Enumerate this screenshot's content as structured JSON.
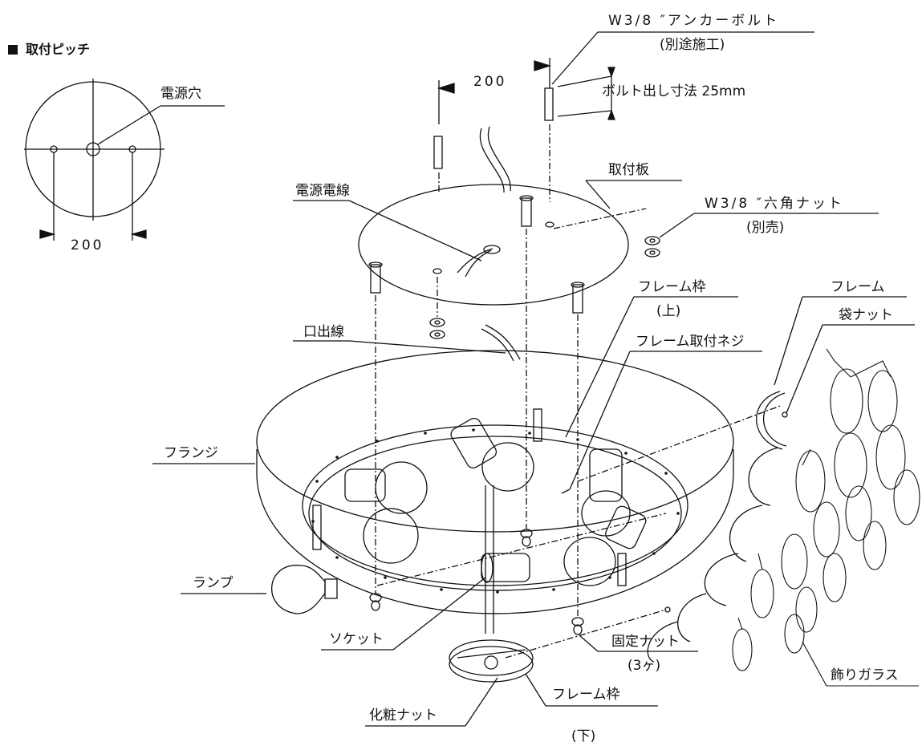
{
  "pitch_title": "取付ピッチ",
  "labels": {
    "power_hole": "電源穴",
    "pitch_dim": "200",
    "top_dim": "200",
    "anchor_bolt": "W3/8 ″アンカーボルト",
    "anchor_bolt_note": "(別途施工)",
    "bolt_protrusion": "ボルト出し寸法 25mm",
    "mounting_plate": "取付板",
    "power_wire": "電源電線",
    "hex_nut": "W3/8 ″六角ナット",
    "hex_nut_note": "(別売)",
    "frame_ring_upper": "フレーム枠",
    "frame_ring_upper_note": "(上)",
    "frame": "フレーム",
    "cap_nut": "袋ナット",
    "lead_wire": "口出線",
    "frame_screw": "フレーム取付ネジ",
    "flange": "フランジ",
    "lamp": "ランプ",
    "socket": "ソケット",
    "fixing_nut": "固定ナット",
    "fixing_nut_note": "(3ヶ)",
    "decorative_glass": "飾りガラス",
    "decorative_nut": "化粧ナット",
    "frame_ring_lower": "フレーム枠",
    "frame_ring_lower_note": "(下)"
  }
}
